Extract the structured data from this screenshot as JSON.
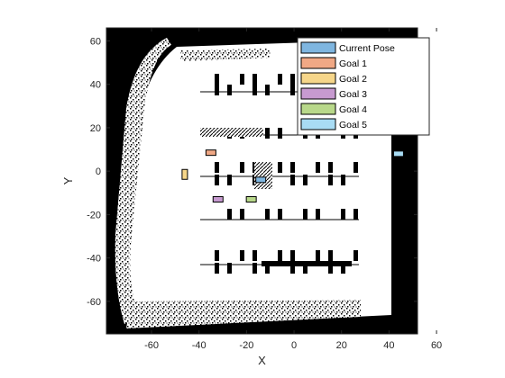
{
  "chart_data": {
    "type": "scatter",
    "title": "",
    "xlabel": "X",
    "ylabel": "Y",
    "xlim": [
      -79,
      52
    ],
    "ylim": [
      -75,
      66
    ],
    "xticks": [
      -60,
      -40,
      -20,
      0,
      20,
      40,
      60
    ],
    "yticks": [
      -60,
      -40,
      -20,
      0,
      20,
      40,
      60
    ],
    "xtick_labels": [
      "-60",
      "-40",
      "-20",
      "0",
      "20",
      "40",
      "60"
    ],
    "ytick_labels": [
      "-60",
      "-40",
      "-20",
      "0",
      "20",
      "40",
      "60"
    ],
    "grid": false,
    "legend_position": "top-right",
    "background": "occupancy-map",
    "series": [
      {
        "name": "Current Pose",
        "x": [
          -14
        ],
        "y": [
          -4
        ],
        "color": "#7fb6e0"
      },
      {
        "name": "Goal 1",
        "x": [
          -35
        ],
        "y": [
          8.5
        ],
        "color": "#f0a885"
      },
      {
        "name": "Goal 2",
        "x": [
          -46
        ],
        "y": [
          -1.5
        ],
        "color": "#f6d68a"
      },
      {
        "name": "Goal 3",
        "x": [
          -32
        ],
        "y": [
          -13
        ],
        "color": "#c79ad0"
      },
      {
        "name": "Goal 4",
        "x": [
          -18
        ],
        "y": [
          -13
        ],
        "color": "#b8d88a"
      },
      {
        "name": "Goal 5",
        "x": [
          44
        ],
        "y": [
          8
        ],
        "color": "#a8dcf4"
      }
    ]
  }
}
